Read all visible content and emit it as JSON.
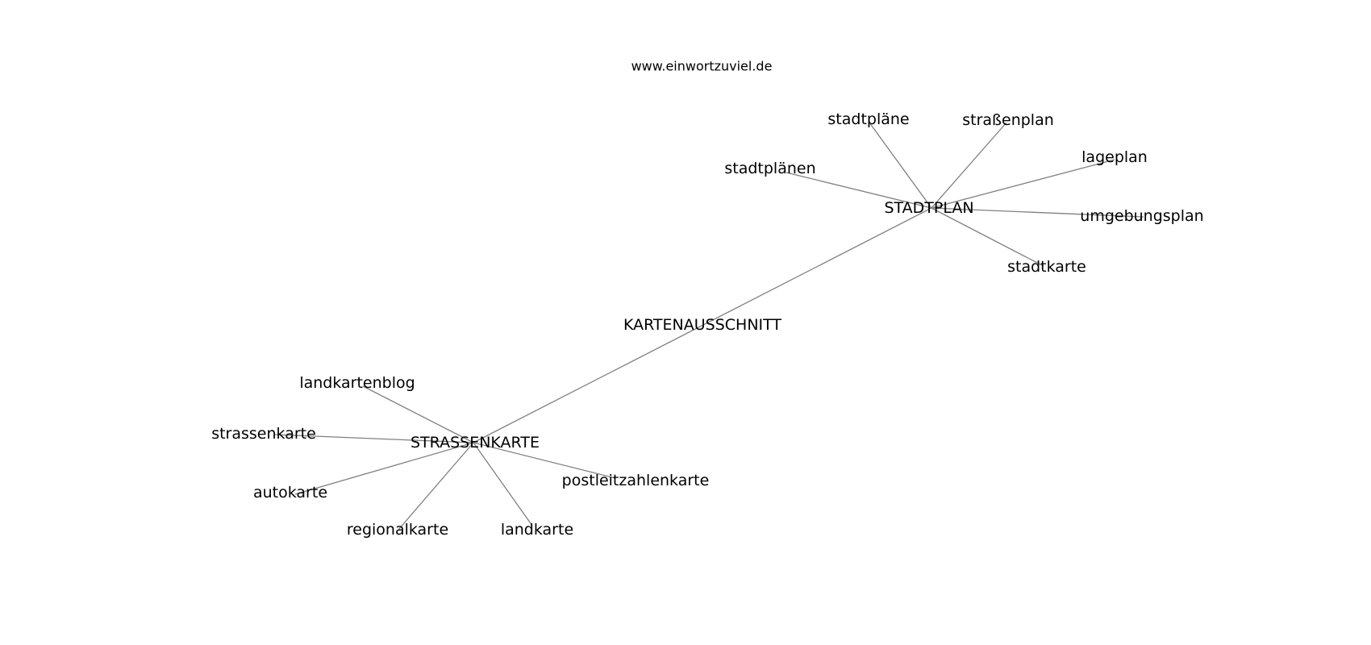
{
  "watermark": "www.einwortzuviel.de",
  "nodes": [
    {
      "id": "kartenausschnitt",
      "label": "KARTENAUSSCHNITT"
    },
    {
      "id": "stadtplan",
      "label": "STADTPLAN"
    },
    {
      "id": "strassenkarte_hub",
      "label": "STRASSENKARTE"
    },
    {
      "id": "stadtplaene",
      "label": "stadtpläne"
    },
    {
      "id": "strassenplan",
      "label": "straßenplan"
    },
    {
      "id": "stadtplaenen",
      "label": "stadtplänen"
    },
    {
      "id": "lageplan",
      "label": "lageplan"
    },
    {
      "id": "umgebungsplan",
      "label": "umgebungsplan"
    },
    {
      "id": "stadtkarte",
      "label": "stadtkarte"
    },
    {
      "id": "landkartenblog",
      "label": "landkartenblog"
    },
    {
      "id": "strassenkarte",
      "label": "strassenkarte"
    },
    {
      "id": "autokarte",
      "label": "autokarte"
    },
    {
      "id": "regionalkarte",
      "label": "regionalkarte"
    },
    {
      "id": "landkarte",
      "label": "landkarte"
    },
    {
      "id": "postleitzahlenkarte",
      "label": "postleitzahlenkarte"
    }
  ],
  "edges": [
    [
      "stadtplan",
      "strassenkarte_hub"
    ],
    [
      "stadtplan",
      "stadtplaene"
    ],
    [
      "stadtplan",
      "strassenplan"
    ],
    [
      "stadtplan",
      "stadtplaenen"
    ],
    [
      "stadtplan",
      "lageplan"
    ],
    [
      "stadtplan",
      "umgebungsplan"
    ],
    [
      "stadtplan",
      "stadtkarte"
    ],
    [
      "strassenkarte_hub",
      "landkartenblog"
    ],
    [
      "strassenkarte_hub",
      "strassenkarte"
    ],
    [
      "strassenkarte_hub",
      "autokarte"
    ],
    [
      "strassenkarte_hub",
      "regionalkarte"
    ],
    [
      "strassenkarte_hub",
      "landkarte"
    ],
    [
      "strassenkarte_hub",
      "postleitzahlenkarte"
    ]
  ]
}
